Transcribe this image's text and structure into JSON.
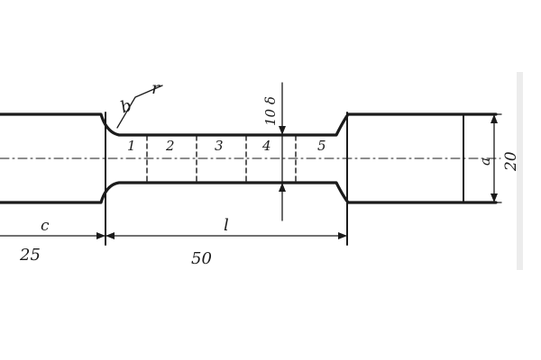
{
  "labels": {
    "radius": "r",
    "surface_mark": "b",
    "thickness": "10 δ",
    "grip_length": "c",
    "gauge_length": "l",
    "grip_dimension": "25",
    "gauge_dimension": "50",
    "width_symbol": "a",
    "width_value": "20"
  },
  "sections": [
    "1",
    "2",
    "3",
    "4",
    "5"
  ],
  "colors": {
    "ink": "#1b1b1b",
    "paper": "#ffffff",
    "shadow": "#e9e9e9"
  }
}
